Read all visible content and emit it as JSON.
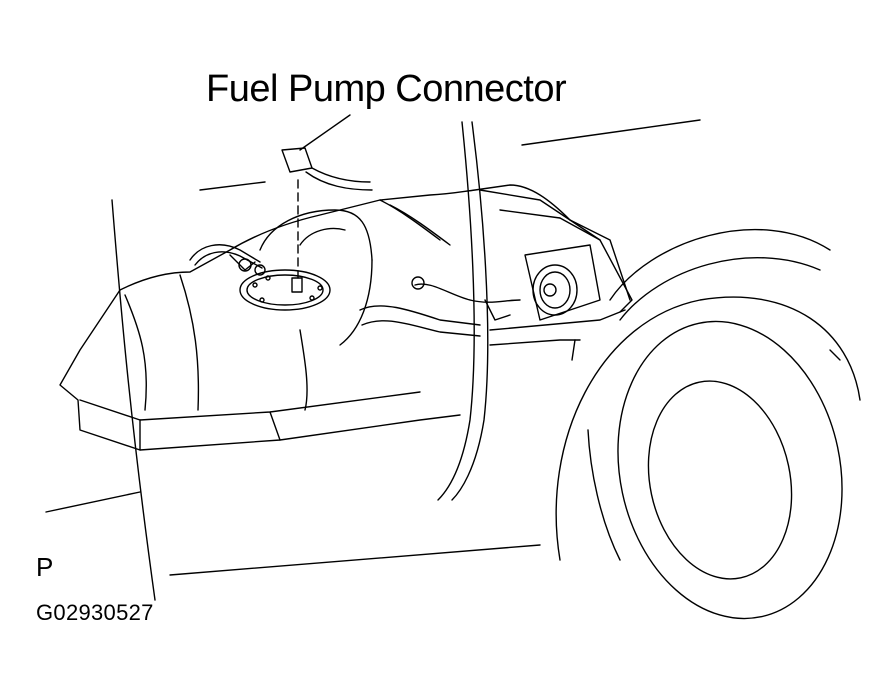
{
  "diagram": {
    "callout_label": "Fuel Pump Connector",
    "view_letter": "P",
    "figure_code": "G02930527",
    "line_color": "#000000",
    "background_color": "#ffffff"
  }
}
